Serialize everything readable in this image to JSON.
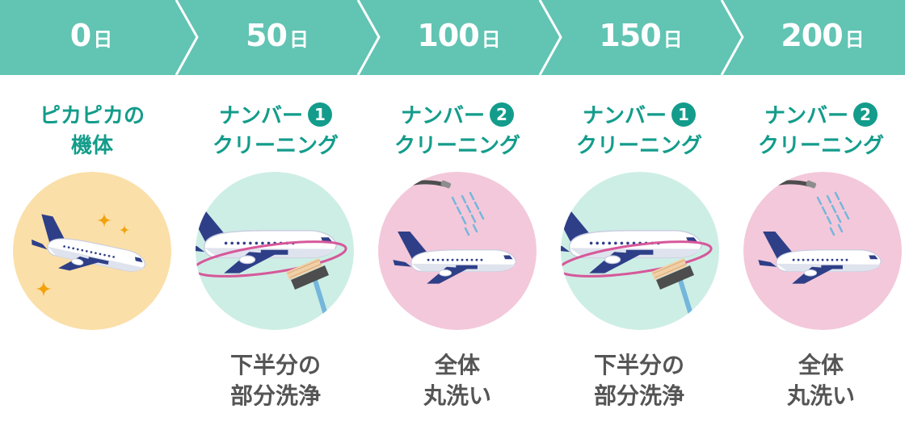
{
  "colors": {
    "header": "#62c4b3",
    "accent": "#139c8b",
    "text_gray": "#555555",
    "circle_shiny": "#fbdfa8",
    "circle_lower": "#cdeee5",
    "circle_full": "#f3c8da",
    "plane_navy": "#2e3f88",
    "ring": "#d6589a",
    "water": "#74b6dc",
    "sparkle": "#f2a20c"
  },
  "stages": [
    {
      "day": "0",
      "unit": "日",
      "title_lines": [
        "ピカピカの",
        "機体"
      ],
      "badge": "",
      "desc_lines": [
        "",
        ""
      ],
      "illustration": "shiny-plane",
      "circle_color": "#fbdfa8"
    },
    {
      "day": "50",
      "unit": "日",
      "title_lines": [
        "ナンバー",
        "クリーニング"
      ],
      "badge": "1",
      "desc_lines": [
        "下半分の",
        "部分洗浄"
      ],
      "illustration": "lower-wash",
      "circle_color": "#cdeee5"
    },
    {
      "day": "100",
      "unit": "日",
      "title_lines": [
        "ナンバー",
        "クリーニング"
      ],
      "badge": "2",
      "desc_lines": [
        "全体",
        "丸洗い"
      ],
      "illustration": "full-wash",
      "circle_color": "#f3c8da"
    },
    {
      "day": "150",
      "unit": "日",
      "title_lines": [
        "ナンバー",
        "クリーニング"
      ],
      "badge": "1",
      "desc_lines": [
        "下半分の",
        "部分洗浄"
      ],
      "illustration": "lower-wash",
      "circle_color": "#cdeee5"
    },
    {
      "day": "200",
      "unit": "日",
      "title_lines": [
        "ナンバー",
        "クリーニング"
      ],
      "badge": "2",
      "desc_lines": [
        "全体",
        "丸洗い"
      ],
      "illustration": "full-wash",
      "circle_color": "#f3c8da"
    }
  ]
}
